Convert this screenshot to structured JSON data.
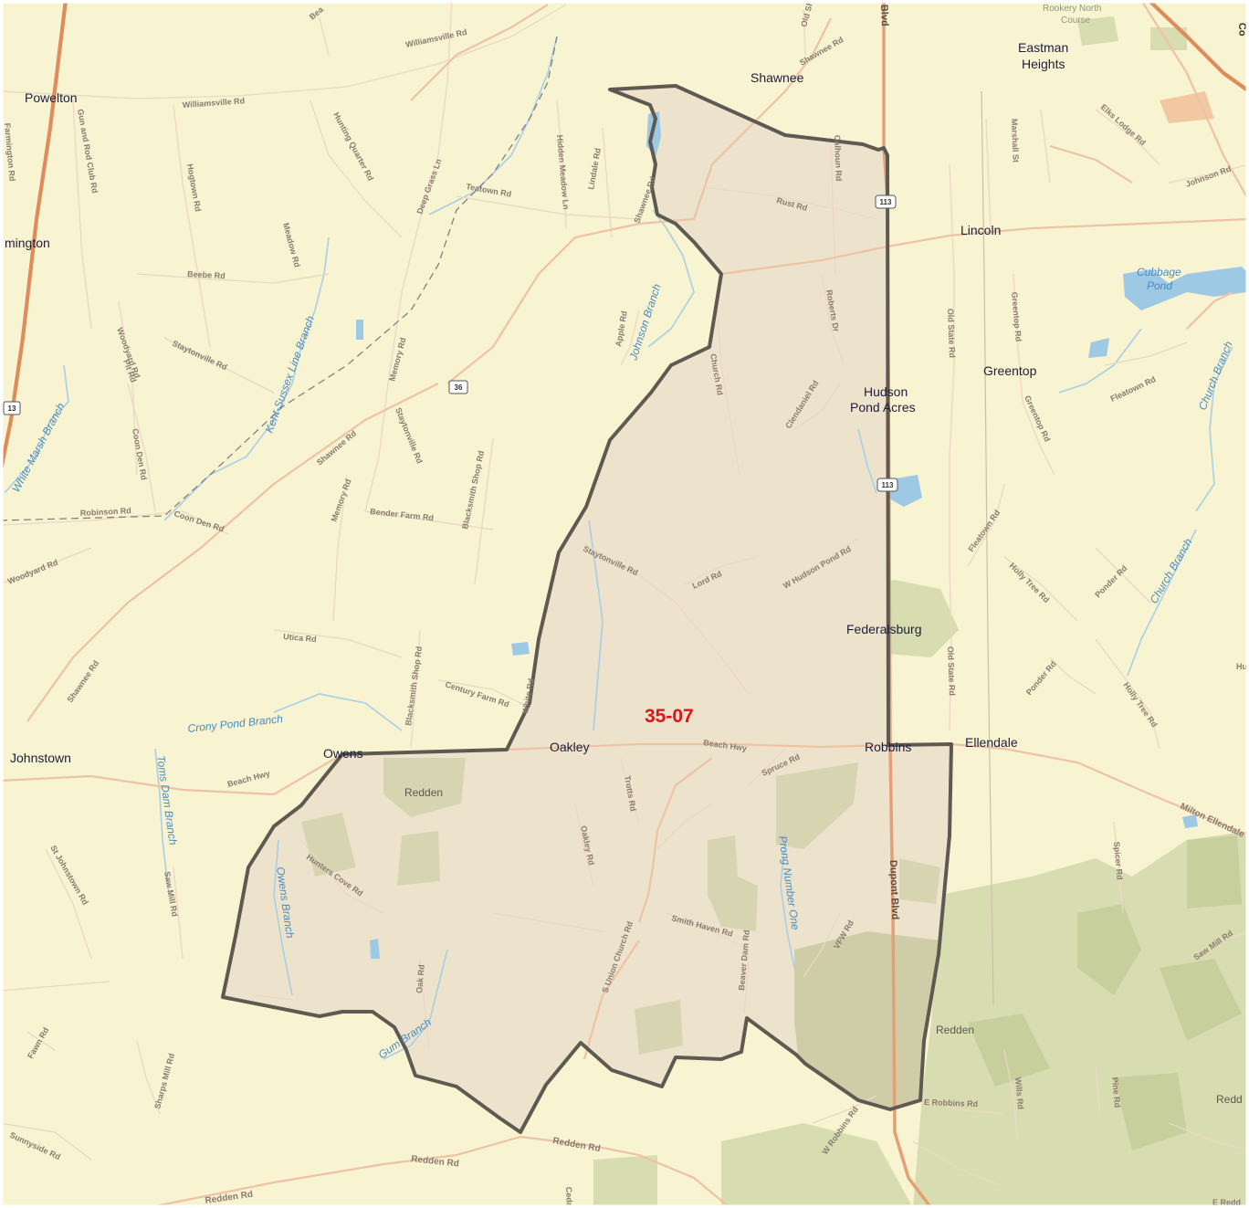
{
  "colors": {
    "background": "#f8f3d1",
    "district_fill": "#ede3cc",
    "district_border": "#5e5a52",
    "road_minor": "#ecd7c4",
    "road_major": "#eec3a4",
    "highway": "#de8c5c",
    "water": "#9ec9e4",
    "stream": "#a8cfe6",
    "forest": "#d7ddb1",
    "district_label": "#e0121c"
  },
  "district": {
    "label": "35-07"
  },
  "places": [
    {
      "name": "Powelton"
    },
    {
      "name": "mington"
    },
    {
      "name": "Johnstown"
    },
    {
      "name": "Shawnee"
    },
    {
      "name": "Eastman"
    },
    {
      "name": "Heights"
    },
    {
      "name": "Lincoln"
    },
    {
      "name": "Greentop"
    },
    {
      "name": "Hudson"
    },
    {
      "name": "Pond Acres"
    },
    {
      "name": "Federalsburg"
    },
    {
      "name": "Oakley"
    },
    {
      "name": "Owens"
    },
    {
      "name": "Robbins"
    },
    {
      "name": "Ellendale"
    }
  ],
  "areas": [
    {
      "name": "Redden"
    },
    {
      "name": "Redden"
    },
    {
      "name": "Redd"
    }
  ],
  "poi": [
    {
      "name": "Rookery North"
    },
    {
      "name": "Course"
    }
  ],
  "water_labels": [
    {
      "name": "Cubbage"
    },
    {
      "name": "Pond"
    },
    {
      "name": "White Marsh Branch"
    },
    {
      "name": "Kent-Sussex Line Branch"
    },
    {
      "name": "Johnson Branch"
    },
    {
      "name": "Crony Pond Branch"
    },
    {
      "name": "Toms Dam Branch"
    },
    {
      "name": "Owens Branch"
    },
    {
      "name": "Gum Branch"
    },
    {
      "name": "Church Branch"
    },
    {
      "name": "Church Branch"
    },
    {
      "name": "Prong Number One"
    }
  ],
  "roads": [
    {
      "name": "Williamsville Rd"
    },
    {
      "name": "Williamsville Rd"
    },
    {
      "name": "Gun and Rod Club Rd"
    },
    {
      "name": "Farmington Rd"
    },
    {
      "name": "Hogtown Rd"
    },
    {
      "name": "Hunting Quarter Rd"
    },
    {
      "name": "Deep Grass Ln"
    },
    {
      "name": "Teatown Rd"
    },
    {
      "name": "Hidden Meadow Ln"
    },
    {
      "name": "Lindale Rd"
    },
    {
      "name": "Shawnee Rd"
    },
    {
      "name": "Shawnee Rd"
    },
    {
      "name": "Shawnee Rd"
    },
    {
      "name": "Shawnee Rd"
    },
    {
      "name": "Beebe Rd"
    },
    {
      "name": "Meadow Rd"
    },
    {
      "name": "Woodyard Rd"
    },
    {
      "name": "Woodyard Rd"
    },
    {
      "name": "Pit Rd"
    },
    {
      "name": "Staytonville Rd"
    },
    {
      "name": "Staytonville Rd"
    },
    {
      "name": "Staytonville Rd"
    },
    {
      "name": "Memory Rd"
    },
    {
      "name": "Memory Rd"
    },
    {
      "name": "Coon Den Rd"
    },
    {
      "name": "Coon Den Rd"
    },
    {
      "name": "Robinson Rd"
    },
    {
      "name": "Bender Farm Rd"
    },
    {
      "name": "Blacksmith Shop Rd"
    },
    {
      "name": "Blacksmith Shop Rd"
    },
    {
      "name": "Utica Rd"
    },
    {
      "name": "Century Farm Rd"
    },
    {
      "name": "Beach Hwy"
    },
    {
      "name": "Beach Hwy"
    },
    {
      "name": "Rust Rd"
    },
    {
      "name": "Calhoun Rd"
    },
    {
      "name": "Roberts Dr"
    },
    {
      "name": "Church Rd"
    },
    {
      "name": "Clendaniel Rd"
    },
    {
      "name": "Apple Rd"
    },
    {
      "name": "Lord Rd"
    },
    {
      "name": "W Hudson Pond Rd"
    },
    {
      "name": "White Rd"
    },
    {
      "name": "Spruce Rd"
    },
    {
      "name": "Trotts Rd"
    },
    {
      "name": "Oakley Rd"
    },
    {
      "name": "Hunters Cove Rd"
    },
    {
      "name": "S Union Church Rd"
    },
    {
      "name": "Smith Haven Rd"
    },
    {
      "name": "Oak Rd"
    },
    {
      "name": "Dupont Blvd"
    },
    {
      "name": "Blvd"
    },
    {
      "name": "VFW Rd"
    },
    {
      "name": "Redden Rd"
    },
    {
      "name": "Redden Rd"
    },
    {
      "name": "Redden Rd"
    },
    {
      "name": "Old State Rd"
    },
    {
      "name": "Old State Rd"
    },
    {
      "name": "Marshall St"
    },
    {
      "name": "Greentop Rd"
    },
    {
      "name": "Greentop Rd"
    },
    {
      "name": "Elks Lodge Rd"
    },
    {
      "name": "Johnson Rd"
    },
    {
      "name": "Fleatown Rd"
    },
    {
      "name": "Fleatown Rd"
    },
    {
      "name": "Holly Tree Rd"
    },
    {
      "name": "Holly Tree Rd"
    },
    {
      "name": "Ponder Rd"
    },
    {
      "name": "Ponder Rd"
    },
    {
      "name": "Milton Ellendale"
    },
    {
      "name": "Spicer Rd"
    },
    {
      "name": "Saw Mill Rd"
    },
    {
      "name": "Saw Mill Rd"
    },
    {
      "name": "St Johnstown Rd"
    },
    {
      "name": "Fawn Rd"
    },
    {
      "name": "Sharps Mill Rd"
    },
    {
      "name": "Sunnyside Rd"
    },
    {
      "name": "W Robbins Rd"
    },
    {
      "name": "E Robbins Rd"
    },
    {
      "name": "Wills Rd"
    },
    {
      "name": "Pine Rd"
    },
    {
      "name": "Beaver Dam Rd"
    },
    {
      "name": "Cedar"
    },
    {
      "name": "Bea"
    },
    {
      "name": "Old Sh"
    },
    {
      "name": "Hu"
    },
    {
      "name": "E Redd"
    },
    {
      "name": "Co"
    }
  ],
  "shields": [
    {
      "num": "113"
    },
    {
      "num": "113"
    },
    {
      "num": "36"
    },
    {
      "num": "13"
    }
  ]
}
